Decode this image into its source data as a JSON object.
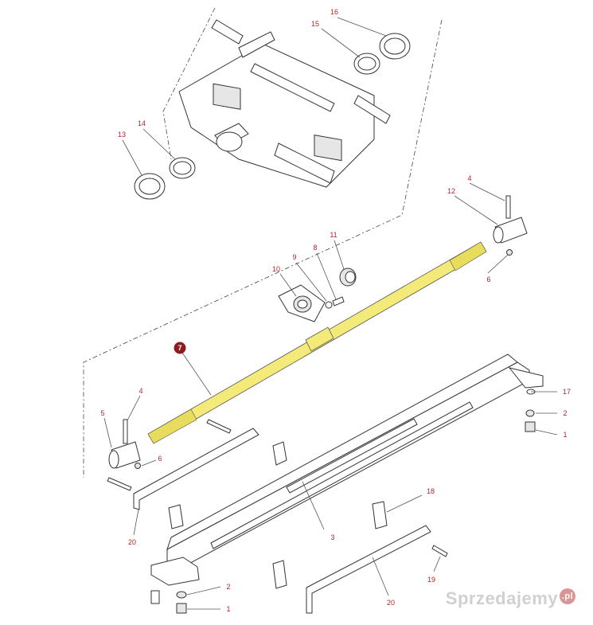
{
  "callouts": [
    {
      "id": "c1a",
      "text": "1"
    },
    {
      "id": "c1b",
      "text": "1"
    },
    {
      "id": "c2a",
      "text": "2"
    },
    {
      "id": "c2b",
      "text": "2"
    },
    {
      "id": "c3",
      "text": "3"
    },
    {
      "id": "c4a",
      "text": "4"
    },
    {
      "id": "c4b",
      "text": "4"
    },
    {
      "id": "c5",
      "text": "5"
    },
    {
      "id": "c6a",
      "text": "6"
    },
    {
      "id": "c6b",
      "text": "6"
    },
    {
      "id": "c7",
      "text": "7"
    },
    {
      "id": "c8",
      "text": "8"
    },
    {
      "id": "c9",
      "text": "9"
    },
    {
      "id": "c10",
      "text": "10"
    },
    {
      "id": "c11",
      "text": "11"
    },
    {
      "id": "c12",
      "text": "12"
    },
    {
      "id": "c13",
      "text": "13"
    },
    {
      "id": "c14",
      "text": "14"
    },
    {
      "id": "c15",
      "text": "15"
    },
    {
      "id": "c16",
      "text": "16"
    },
    {
      "id": "c17",
      "text": "17"
    },
    {
      "id": "c18",
      "text": "18"
    },
    {
      "id": "c19",
      "text": "19"
    },
    {
      "id": "c20a",
      "text": "20"
    },
    {
      "id": "c20b",
      "text": "20"
    }
  ],
  "watermark": {
    "text": "Sprzedajemy",
    "badge": ".pl"
  },
  "colors": {
    "callout": "#b4232a",
    "highlight_shaft": "#f3ea7a",
    "highlight_marker": "#8c1c22"
  }
}
